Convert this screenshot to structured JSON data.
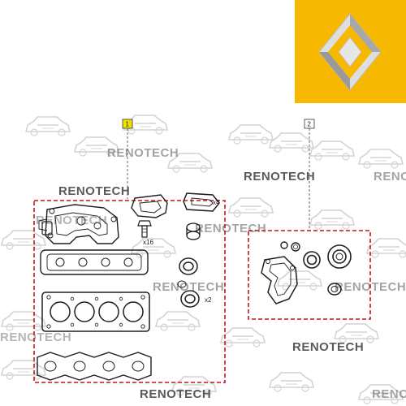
{
  "brand": {
    "logo_name": "renault-logo",
    "background_color": "#f6b800",
    "diamond_outer": "#d9d9d9",
    "diamond_inner": "#8c8c8c"
  },
  "watermark": {
    "text": "RENOTECH",
    "color": "#5a5a5a"
  },
  "kit_one": {
    "tag": "1",
    "tag_color": "#f0e000",
    "frame_color": "#c0141c",
    "qty_spark_seal": "x4",
    "qty_bolt": "x16",
    "qty_oil_seal": "x2"
  },
  "kit_two": {
    "tag": "2",
    "frame_color": "#c0141c"
  }
}
